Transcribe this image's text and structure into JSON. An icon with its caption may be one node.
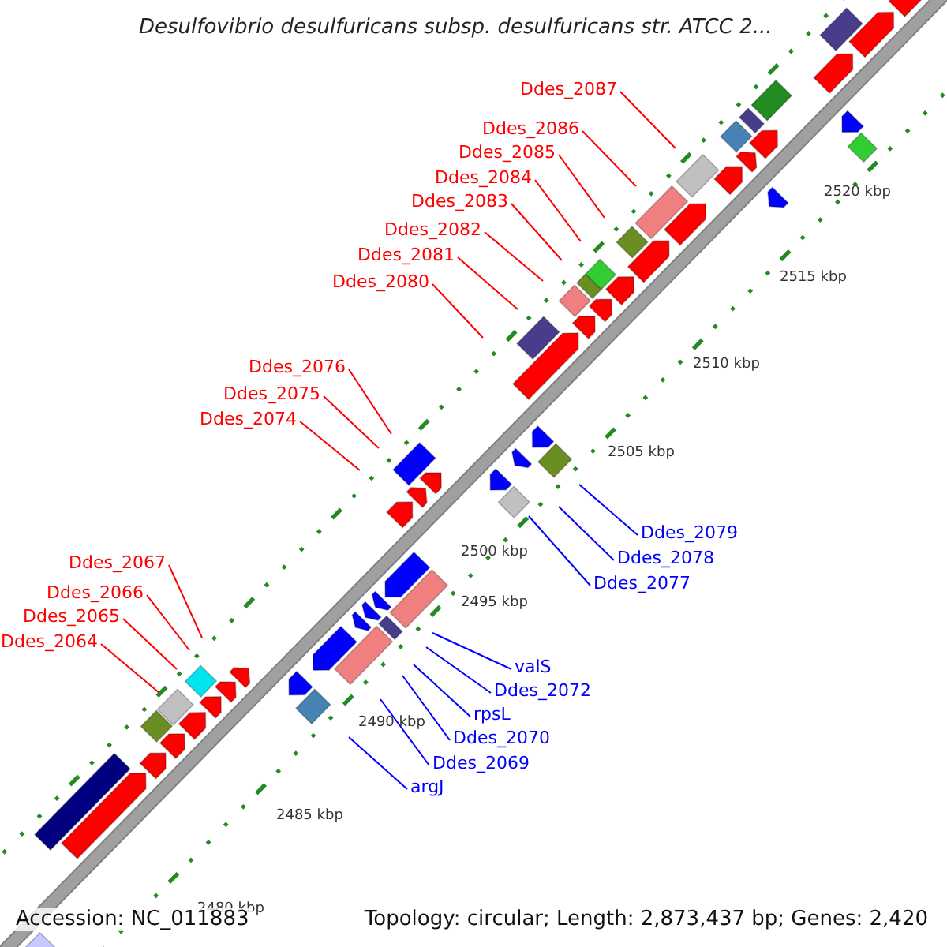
{
  "diagram": {
    "title": "Desulfovibrio desulfuricans subsp. desulfuricans str. ATCC 2...",
    "nodes": [
      {
        "text": [
          "Ddes_2087"
        ]
      },
      {
        "text": [
          "Ddes_2086"
        ]
      },
      {
        "text": [
          "Ddes_2085"
        ]
      },
      {
        "text": [
          "Ddes_2084"
        ]
      },
      {
        "text": [
          "Ddes_2083"
        ]
      },
      {
        "text": [
          "Ddes_2082"
        ]
      },
      {
        "text": [
          "Ddes_2081"
        ]
      },
      {
        "text": [
          "Ddes_2080"
        ]
      },
      {
        "text": [
          "Ddes_2076"
        ]
      },
      {
        "text": [
          "Ddes_2075"
        ]
      },
      {
        "text": [
          "Ddes_2074"
        ]
      },
      {
        "text": [
          "Ddes_2079"
        ]
      },
      {
        "text": [
          "Ddes_2078"
        ]
      },
      {
        "text": [
          "Ddes_2077"
        ]
      },
      {
        "text": [
          "Ddes_2067"
        ]
      },
      {
        "text": [
          "Ddes_2066"
        ]
      },
      {
        "text": [
          "Ddes_2065"
        ]
      },
      {
        "text": [
          "Ddes_2064"
        ]
      },
      {
        "text": [
          "valS"
        ]
      },
      {
        "text": [
          "Ddes_2072"
        ]
      },
      {
        "text": [
          "rpsL"
        ]
      },
      {
        "text": [
          "Ddes_2070"
        ]
      },
      {
        "text": [
          "Ddes_2069"
        ]
      },
      {
        "text": [
          "argJ"
        ]
      }
    ],
    "edges": [
      {
        "from": 0,
        "to": null,
        "arrow": "none"
      },
      {
        "from": 1,
        "to": null,
        "arrow": "none"
      },
      {
        "from": 2,
        "to": null,
        "arrow": "none"
      },
      {
        "from": 3,
        "to": null,
        "arrow": "none"
      },
      {
        "from": 4,
        "to": null,
        "arrow": "none"
      },
      {
        "from": 5,
        "to": null,
        "arrow": "none"
      },
      {
        "from": 6,
        "to": null,
        "arrow": "none"
      },
      {
        "from": 7,
        "to": null,
        "arrow": "none"
      },
      {
        "from": 8,
        "to": null,
        "arrow": "none"
      },
      {
        "from": 9,
        "to": null,
        "arrow": "none"
      },
      {
        "from": 10,
        "to": null,
        "arrow": "none"
      },
      {
        "from": 11,
        "to": null,
        "arrow": "none",
        "color": "#0000ff"
      },
      {
        "from": 12,
        "to": null,
        "arrow": "none",
        "color": "#0000ff"
      },
      {
        "from": 13,
        "to": null,
        "arrow": "none",
        "color": "#0000ff"
      },
      {
        "from": 14,
        "to": null,
        "arrow": "none"
      },
      {
        "from": 15,
        "to": null,
        "arrow": "none"
      },
      {
        "from": 16,
        "to": null,
        "arrow": "none"
      },
      {
        "from": 17,
        "to": null,
        "arrow": "none"
      },
      {
        "from": 18,
        "to": null,
        "arrow": "none",
        "color": "#0000ff"
      },
      {
        "from": 19,
        "to": null,
        "arrow": "none",
        "color": "#0000ff"
      },
      {
        "from": 20,
        "to": null,
        "arrow": "none",
        "color": "#0000ff"
      },
      {
        "from": 21,
        "to": null,
        "arrow": "none",
        "color": "#0000ff"
      },
      {
        "from": 22,
        "to": null,
        "arrow": "none",
        "color": "#0000ff"
      },
      {
        "from": 23,
        "to": null,
        "arrow": "none",
        "color": "#0000ff"
      }
    ],
    "labels": [
      "2520 kbp",
      "2515 kbp",
      "2510 kbp",
      "2505 kbp",
      "2500 kbp",
      "2495 kbp",
      "2490 kbp",
      "2485 kbp",
      "2480 kbp",
      "Accession: NC_011883",
      "Topology: circular; Length: 2,873,437 bp; Genes: 2,420"
    ]
  }
}
